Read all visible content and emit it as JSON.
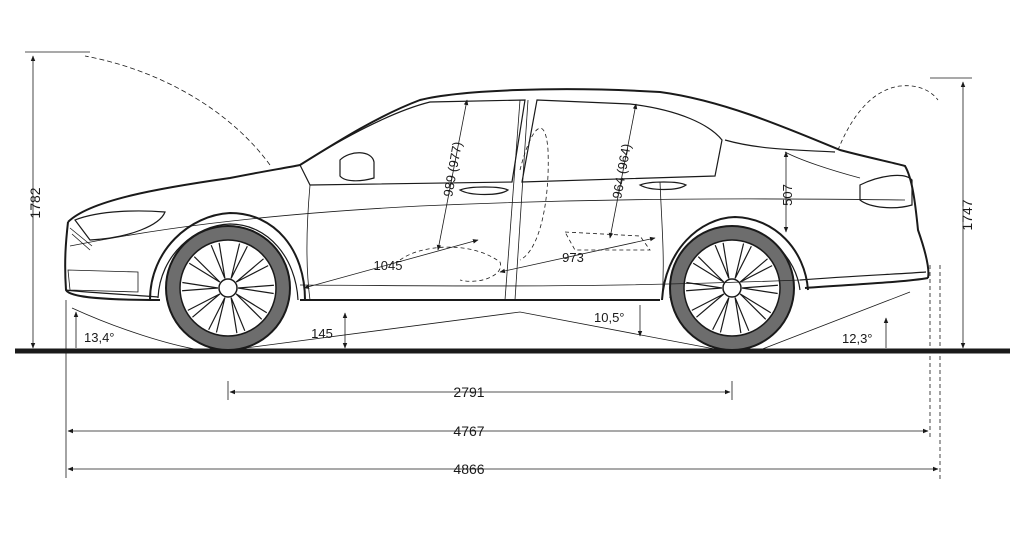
{
  "dimensions": {
    "overall_height": "1782",
    "height_rear": "1747",
    "front_headroom": "989 (977)",
    "rear_headroom": "964 (964)",
    "front_legroom": "1045",
    "rear_legroom": "973",
    "trunk_height": "507",
    "ground_clearance": "145",
    "approach_angle": "13,4°",
    "ramp_angle": "10,5°",
    "departure_angle": "12,3°",
    "wheelbase": "2791",
    "length_body": "4767",
    "length_overall": "4866"
  }
}
